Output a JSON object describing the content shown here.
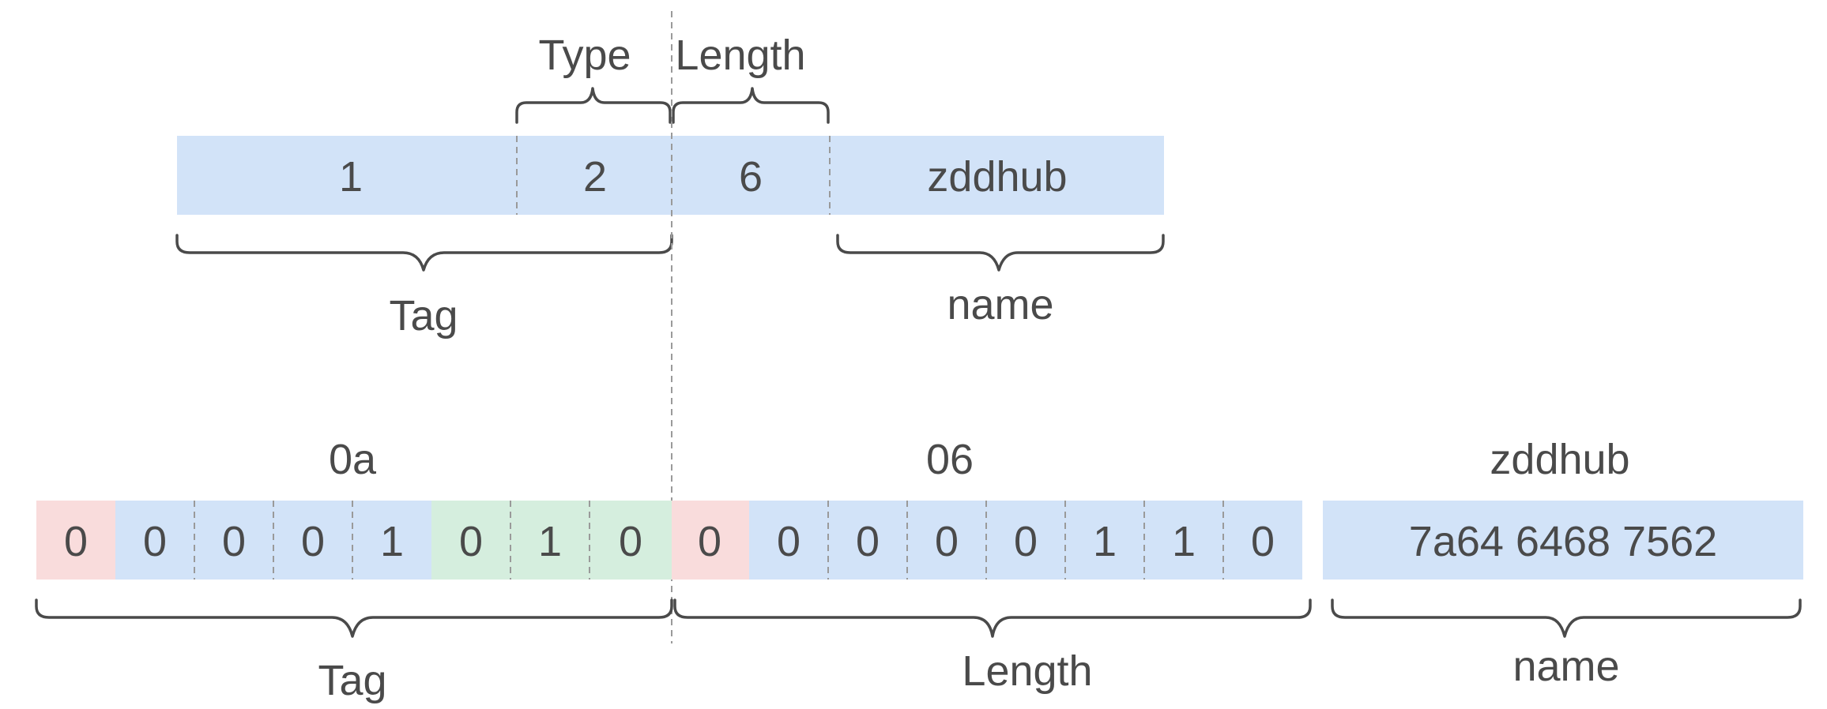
{
  "colors": {
    "blue": "#d2e3f8",
    "red": "#f9dcdc",
    "green": "#d5eede",
    "text": "#4a4a4a",
    "line": "#4a4a4a",
    "dash": "#9a9a9a"
  },
  "top": {
    "labels": {
      "type": "Type",
      "length": "Length",
      "tag": "Tag",
      "name": "name"
    },
    "cells": [
      {
        "text": "1",
        "color": "blue"
      },
      {
        "text": "2",
        "color": "blue"
      },
      {
        "text": "6",
        "color": "blue"
      },
      {
        "text": "zddhub",
        "color": "blue"
      }
    ]
  },
  "bottom": {
    "headers": {
      "tag_hex": "0a",
      "length_hex": "06",
      "name_text": "zddhub"
    },
    "labels": {
      "tag": "Tag",
      "length": "Length",
      "name": "name"
    },
    "tag_bits": [
      {
        "text": "0",
        "color": "red"
      },
      {
        "text": "0",
        "color": "blue"
      },
      {
        "text": "0",
        "color": "blue"
      },
      {
        "text": "0",
        "color": "blue"
      },
      {
        "text": "1",
        "color": "blue"
      },
      {
        "text": "0",
        "color": "green"
      },
      {
        "text": "1",
        "color": "green"
      },
      {
        "text": "0",
        "color": "green"
      }
    ],
    "length_bits": [
      {
        "text": "0",
        "color": "red"
      },
      {
        "text": "0",
        "color": "blue"
      },
      {
        "text": "0",
        "color": "blue"
      },
      {
        "text": "0",
        "color": "blue"
      },
      {
        "text": "0",
        "color": "blue"
      },
      {
        "text": "1",
        "color": "blue"
      },
      {
        "text": "1",
        "color": "blue"
      },
      {
        "text": "0",
        "color": "blue"
      }
    ],
    "name_bytes": {
      "text": "7a64 6468 7562",
      "color": "blue"
    }
  }
}
